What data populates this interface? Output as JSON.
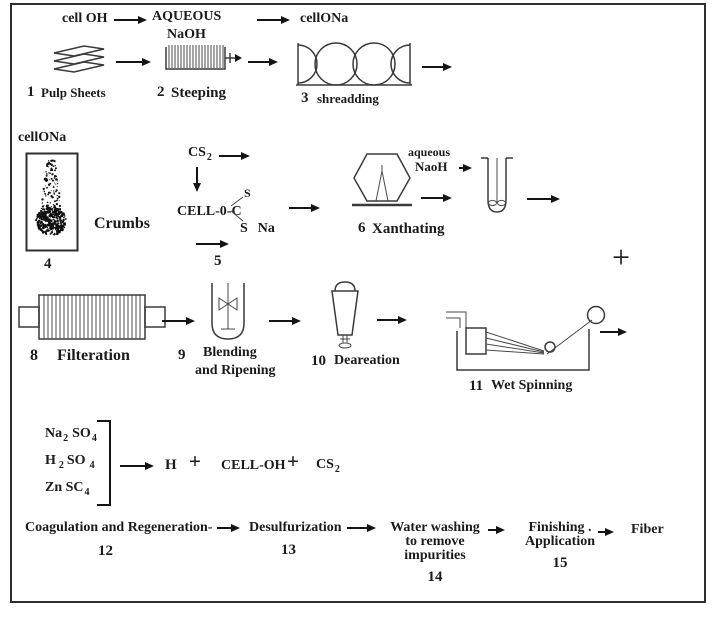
{
  "row1": {
    "cell_oh": "cell OH",
    "aqueous": "AQUEOUS",
    "naoh": "NaOH",
    "cellona": "cellONa",
    "s1_num": "1",
    "s1_label": "Pulp Sheets",
    "s2_num": "2",
    "s2_label": "Steeping",
    "s3_num": "3",
    "s3_label": "shreadding"
  },
  "row2": {
    "cellona": "cellONa",
    "crumbs": "Crumbs",
    "s4_num": "4",
    "cs": "CS",
    "cs_sub": "2",
    "cell_o_c": "CELL-0-C",
    "s_top": "S",
    "s_bot": "S",
    "na": "Na",
    "s5_num": "5",
    "s6_num": "6",
    "s6_label": "Xanthating",
    "aq1": "aqueous",
    "aq2": "NaoH",
    "plus": "+"
  },
  "row3": {
    "s8_num": "8",
    "s8_label": "Filteration",
    "s9_num": "9",
    "s9_l1": "Blending",
    "s9_l2": "and Ripening",
    "s10_num": "10",
    "s10_label": "Deareation",
    "s11_num": "11",
    "s11_label": "Wet Spinning"
  },
  "equation": {
    "r1a": "Na",
    "r1as": "2",
    "r1b": "SO",
    "r1bs": "4",
    "r2a": "H",
    "r2as": "2",
    "r2b": "SO",
    "r2bs": "4",
    "r3a": "Zn SC",
    "r3as": "4",
    "h": "H",
    "plus1": "+",
    "cell_oh": "CELL-OH",
    "plus2": "+",
    "cs": "CS",
    "cs_sub": "2"
  },
  "row5": {
    "s12_label": "Coagulation and Regeneration-",
    "s12_num": "12",
    "s13_label": "Desulfurization",
    "s13_num": "13",
    "s14_l1": "Water washing",
    "s14_l2": "to remove",
    "s14_l3": "impurities",
    "s14_num": "14",
    "s15_l1": "Finishing .",
    "s15_l2": "Application",
    "s15_num": "15",
    "fiber": "Fiber"
  }
}
